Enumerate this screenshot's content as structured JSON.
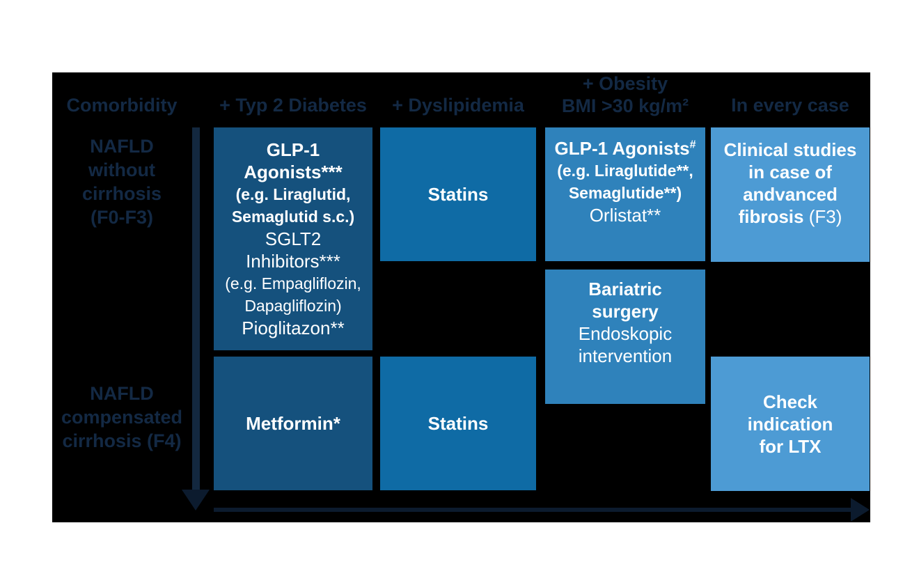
{
  "colors": {
    "page_bg": "#ffffff",
    "panel_bg": "#000000",
    "heading_navy": "#132944",
    "arrow_navy": "#0c1b2e",
    "box_dark_blue": "#15517d",
    "box_medium_blue": "#0f6ba5",
    "box_blue": "#2f82bb",
    "box_light_blue": "#4d9bd4",
    "box_text": "#ffffff"
  },
  "header": {
    "row_label": "Comorbidity",
    "col_typ2_diabetes": "+ Typ 2 Diabetes",
    "col_dyslipidemia": "+ Dyslipidemia",
    "col_obesity_line1": "+ Obesity",
    "col_obesity_line2": "BMI >30 kg/m²",
    "col_every_case": "In every case"
  },
  "rows": {
    "without_cirrhosis": {
      "lines": [
        "NAFLD",
        "without",
        "cirrhosis",
        "(F0-F3)"
      ]
    },
    "compensated_cirrhosis": {
      "lines": [
        "NAFLD",
        "compensated",
        "cirrhosis (F4)"
      ]
    }
  },
  "boxes": {
    "diabetes_no_cirrhosis": {
      "lines": [
        "GLP-1",
        "Agonists***",
        "(e.g. Liraglutid,",
        "Semaglutid s.c.)",
        "SGLT2",
        "Inhibitors***",
        "(e.g. Empagliflozin,",
        "Dapagliflozin)",
        "Pioglitazon**"
      ]
    },
    "dyslipidemia_no_cirrhosis": {
      "label": "Statins"
    },
    "obesity_no_cirrhosis": {
      "line1_text": "GLP-1 Agonists",
      "line1_sup": "#",
      "line2": "(e.g. Liraglutide**,",
      "line3": "Semaglutide**)",
      "line4": "Orlistat**"
    },
    "every_case_no_cirrhosis": {
      "line1": "Clinical studies",
      "line2": "in case of",
      "line3": "andvanced",
      "line4_bold": "fibrosis",
      "line4_regular": "(F3)"
    },
    "obesity_intervention": {
      "line1": "Bariatric",
      "line2": "surgery",
      "line3": "Endoskopic",
      "line4": "intervention"
    },
    "diabetes_cirrhosis": {
      "label": "Metformin*"
    },
    "dyslipidemia_cirrhosis": {
      "label": "Statins"
    },
    "every_case_cirrhosis": {
      "lines": [
        "Check",
        "indication",
        "for LTX"
      ]
    }
  }
}
